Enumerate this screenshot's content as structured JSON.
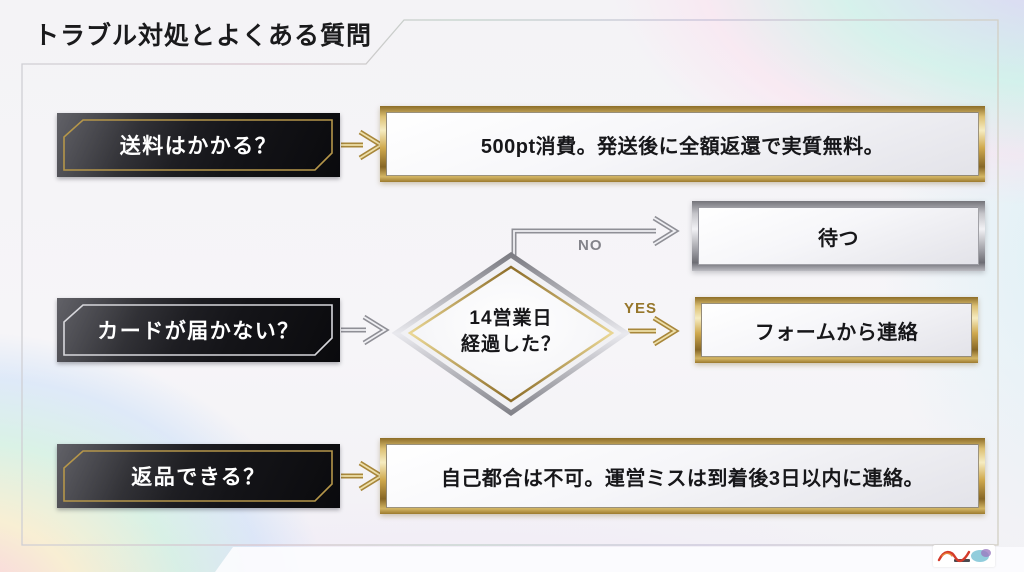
{
  "page": {
    "title": "トラブル対処とよくある質問"
  },
  "palette": {
    "gold": "#b3903f",
    "silver": "#97979d",
    "question_panel": "#17171a",
    "question_text": "#ffffff",
    "answer_text": "#17171a"
  },
  "rows": {
    "shipping": {
      "question": "送料はかかる？",
      "answer": "500pt消費。発送後に全額返還で実質無料。"
    },
    "card": {
      "question": "カードが届かない？",
      "decision_line1": "14営業日",
      "decision_line2": "経過した？",
      "branch_no": {
        "label": "NO",
        "result": "待つ"
      },
      "branch_yes": {
        "label": "YES",
        "result": "フォームから連絡"
      }
    },
    "returns": {
      "question": "返品できる？",
      "answer": "自己都合は不可。運営ミスは到着後3日以内に連絡。"
    }
  }
}
